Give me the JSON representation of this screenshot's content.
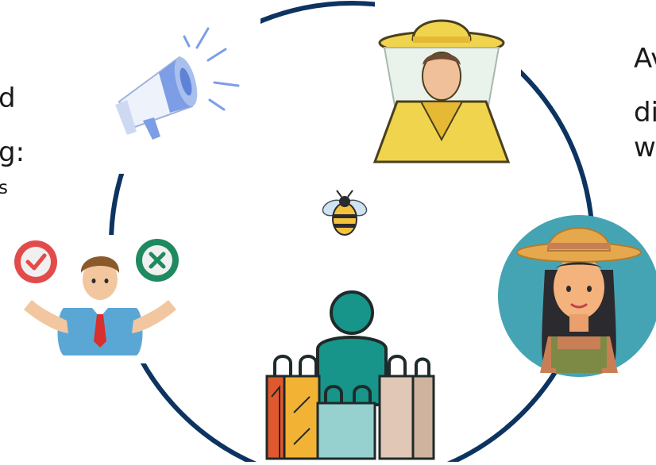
{
  "colors": {
    "cycle_ring": "#0d3461",
    "megaphone": "#7d9ee6",
    "beekeeper_hat": "#f1d44d",
    "farmer_backdrop": "#45a4b4",
    "shopper": "#17958b",
    "approve": "#e34b4b",
    "reject": "#1f8a60",
    "bee_stripe": "#f5c23c"
  },
  "icons": [
    "megaphone-icon",
    "beekeeper-icon",
    "farmer-icon",
    "shopper-icon",
    "decision-person-icon",
    "bee-icon",
    "checkmark-icon",
    "cross-icon"
  ],
  "fragments": {
    "left_line1": "d",
    "left_line2": "g:",
    "left_line3": "s",
    "right_line1": "Av",
    "right_line2": "di",
    "right_line3": "w"
  }
}
